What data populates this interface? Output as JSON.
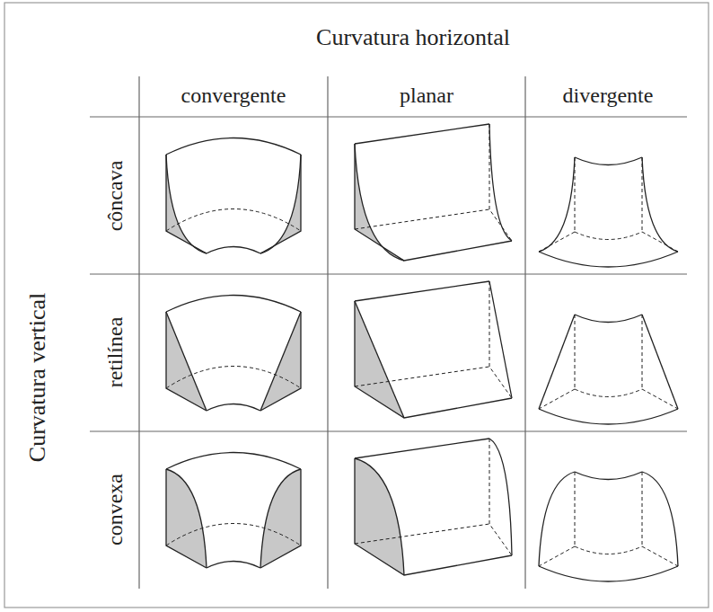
{
  "diagram": {
    "labels": [
      "Curvatura horizontal",
      "convergente",
      "planar",
      "divergente",
      "Curvatura vertical",
      "côncava",
      "retilínea",
      "convexa"
    ]
  }
}
